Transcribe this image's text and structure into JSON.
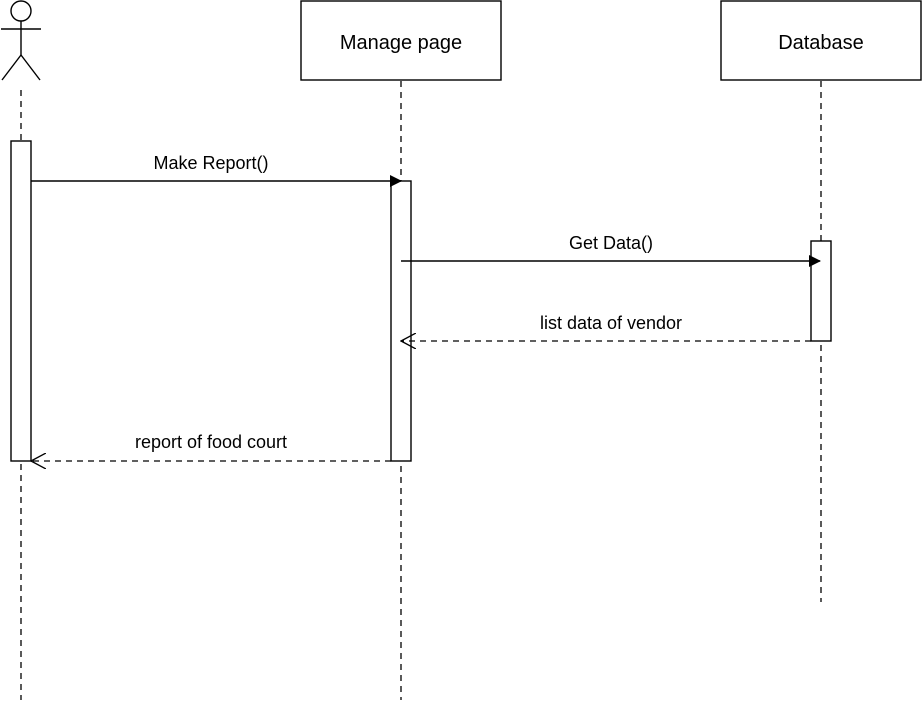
{
  "participants": {
    "actor": {
      "name": ""
    },
    "manage_page": {
      "name": "Manage page"
    },
    "database": {
      "name": "Database"
    }
  },
  "messages": [
    {
      "text": "Make Report()",
      "kind": "synchronous"
    },
    {
      "text": "Get Data()",
      "kind": "synchronous"
    },
    {
      "text": "list data of vendor",
      "kind": "return"
    },
    {
      "text": "report of food court",
      "kind": "return"
    }
  ]
}
